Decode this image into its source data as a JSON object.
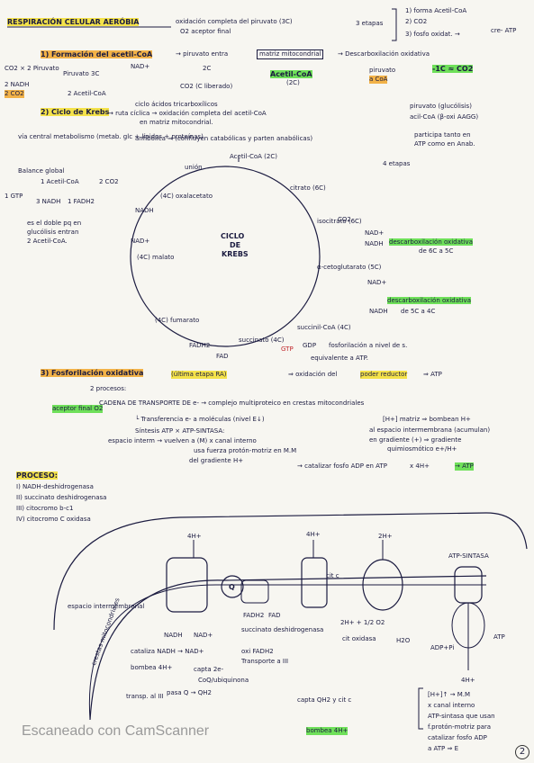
{
  "header": {
    "title": "RESPIRACIÓN CELULAR AERÓBIA",
    "subtitle": "oxidación completa del piruvato (3C)",
    "acceptor": "O2 aceptor final",
    "stages": "3 etapas",
    "stage1": "1) forma Acetil-CoA",
    "stage2": "2) CO2",
    "stage3": "3) fosfo oxidat. →",
    "stage3b": "cre- ATP"
  },
  "section1": {
    "title": "1) Formación del acetil-CoA",
    "arrow": "→ piruvato entra",
    "matrix": "matriz mitocondrial",
    "decarb": "→ Descarboxilación oxidativa",
    "acetil": "Acetil-CoA",
    "acetil2": "(2C)",
    "piruvato": "piruvato",
    "coa": "a CoA",
    "lost": "-1C ≈ CO2",
    "nad": "NAD+",
    "c2": "2C",
    "co2l": "CO2 (C liberado)",
    "piruv3c": "Piruvato 3C",
    "acetilcoa": "2 Acetil-CoA",
    "left1": "CO2 × 2 Piruvato",
    "left2": "2 NADH",
    "left3": "2 CO2"
  },
  "section2": {
    "title": "2) Ciclo de Krebs",
    "sub1": "ciclo ácidos tricarboxílicos",
    "desc": "→ ruta cíclica → oxidación completa del acetil-CoA",
    "desc2": "en matriz mitocondrial.",
    "pir": "piruvato (glucólisis)",
    "acil": "acil-CoA (β-oxi AAGG)",
    "via": "vía central metabolismo (metab. glc + lípidos + proteínas)",
    "anf": "anfibólica ⇒ (confluyen catabólicas y parten anabólicas)",
    "part": "participa tanto en",
    "part2": "ATP como en Anab."
  },
  "balance": {
    "title": "Balance global",
    "l1": "1 Acetil-CoA",
    "l2": "2 CO2",
    "l3": "1 GTP",
    "l4": "3 NADH",
    "l5": "1 FADH2",
    "note1": "es el doble pq en",
    "note2": "glucólisis entran",
    "note3": "2 Acetil-CoA."
  },
  "krebs": {
    "center1": "CICLO",
    "center2": "DE",
    "center3": "KREBS",
    "etapas": "4 etapas",
    "acetil": "Acetil-CoA (2C)",
    "union": "unión",
    "citrato": "citrato (6C)",
    "isocitrato": "isocitrato (6C)",
    "alfa": "α-cetoglutarato (5C)",
    "succinil": "succinil-CoA (4C)",
    "succinato": "succinato (4C)",
    "fumarato": "(4C) fumarato",
    "malato": "(4C) malato",
    "oxalacetato": "(4C) oxalacetato",
    "nad": "NAD+",
    "nadh": "NADH",
    "co2": "CO2",
    "fad": "FAD",
    "fadh": "FADH2",
    "gdp": "GDP",
    "gtp": "GTP",
    "desc1": "descarboxilación oxidativa",
    "desc1b": "de 6C a 5C",
    "desc2": "descarboxilación oxidativa",
    "desc2b": "de 5C a 4C",
    "fosfo": "fosforilación a nivel de s.",
    "equiv": "equivalente a ATP."
  },
  "section3": {
    "title": "3) Fosforilación oxidativa",
    "subt": "(última etapa RA)",
    "ox": "⇒ oxidación del",
    "poder": "poder reductor",
    "synt": "⇒ ATP",
    "proc": "2 procesos:",
    "c1": "CADENA DE TRANSPORTE DE e- → complejo multiproteico en crestas mitocondriales",
    "acept": "aceptor final O2",
    "transf": "└ Transferencia e- a moléculas (nivel E↓)",
    "hmatriz": "[H+] matriz ⇒ bombean H+",
    "espacio": "al espacio intermembrana (acumulan)",
    "gradiente": "en gradiente (+) ⇒ gradiente",
    "quimio": "quimiosmótico e+/H+",
    "sint": "Síntesis ATP × ATP-SINTASA:",
    "esp": "espacio interm → vuelven a (M) x canal interno",
    "fuerza": "usa fuerza protón-motriz en M.M",
    "del": "del gradiente H+",
    "cat": "→ catalizar fosfo ADP en ATP",
    "xh": "x 4H+",
    "atp": "→ ATP"
  },
  "proceso": {
    "title": "PROCESO:",
    "i": "I) NADH-deshidrogenasa",
    "ii": "II) succinato deshidrogenasa",
    "iii": "III) citocromo b-c1",
    "iv": "IV) citocromo C oxidasa"
  },
  "diagram": {
    "h1": "4H+",
    "h2": "4H+",
    "h3": "2H+",
    "h4": "4H+",
    "sintasa": "ATP-SINTASA",
    "esp": "espacio intermembranal",
    "crestas": "crestas mitocondriales",
    "q": "Q",
    "citc": "cit c",
    "nadh": "NADH",
    "nad": "NAD+",
    "fadh": "FADH2",
    "fad": "FAD",
    "o2": "2H+ + 1/2 O2",
    "h2o": "H2O",
    "adp": "ADP+Pi",
    "atp": "ATP",
    "cat": "cataliza NADH → NAD+",
    "bomba": "bombea 4H+",
    "capta": "capta 2e-",
    "coq": "CoQ/ubiquinona",
    "pasa": "pasa Q → QH2",
    "transp": "transp. al III",
    "succ": "succinato deshidrogenasa",
    "fadh2": "oxi FADH2",
    "transporte": "Transporte a III",
    "citox": "cit oxidasa",
    "capta2": "capta QH2 y cit c",
    "bombea": "bombea 4H+",
    "h": "[H+]↑ → M.M",
    "canal": "x canal interno",
    "atps": "ATP-sintasa que usan",
    "fprot": "f.protón-motriz para",
    "catal": "catalizar fosfo ADP",
    "res": "a ATP ⇒ E"
  },
  "footer": {
    "scanner": "Escaneado con CamScanner",
    "page": "2"
  }
}
